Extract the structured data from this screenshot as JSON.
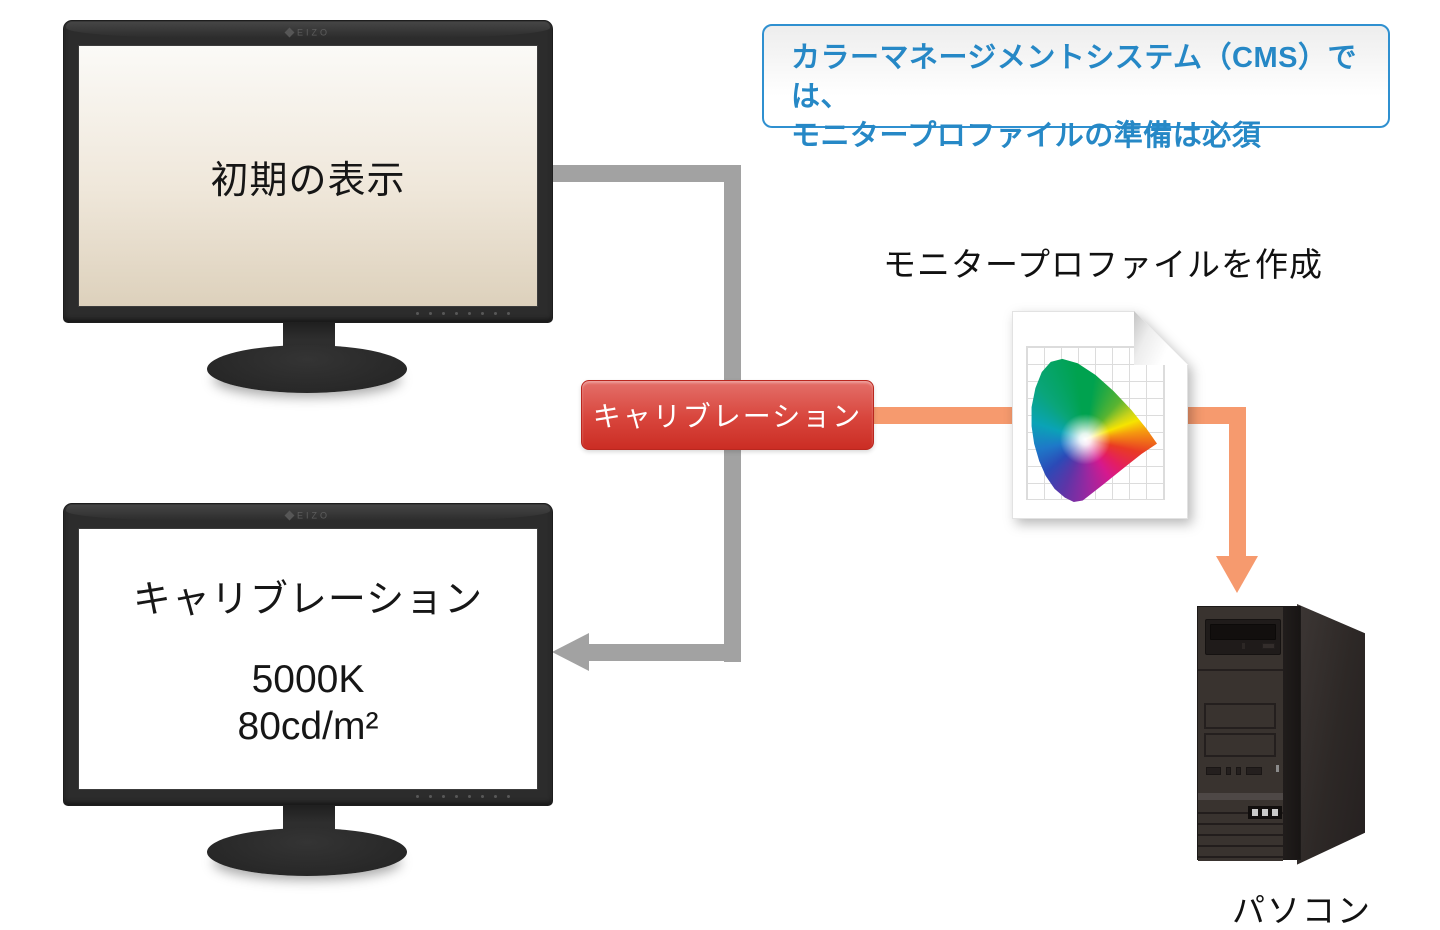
{
  "callout": {
    "line1": "カラーマネージメントシステム（CMS）では、",
    "line2": "モニタープロファイルの準備は必須"
  },
  "monitor_initial": {
    "brand": "EIZO",
    "screen_label": "初期の表示"
  },
  "monitor_calibrated": {
    "brand": "EIZO",
    "screen_label": "キャリブレーション",
    "target_temperature": "5000K",
    "target_brightness": "80cd/m²"
  },
  "calibration_badge": {
    "label": "キャリブレーション"
  },
  "profile": {
    "caption": "モニタープロファイルを作成"
  },
  "pc": {
    "label": "パソコン"
  },
  "colors": {
    "callout_border": "#2f90d0",
    "callout_text": "#2688c6",
    "badge_red_top": "#e4706a",
    "badge_red_bottom": "#cb2d24",
    "arrow_gray": "#a2a2a2",
    "arrow_orange": "#f69a6e",
    "bezel_dark": "#2c2c2c",
    "screen_beige_bottom": "#ddd1bc"
  }
}
